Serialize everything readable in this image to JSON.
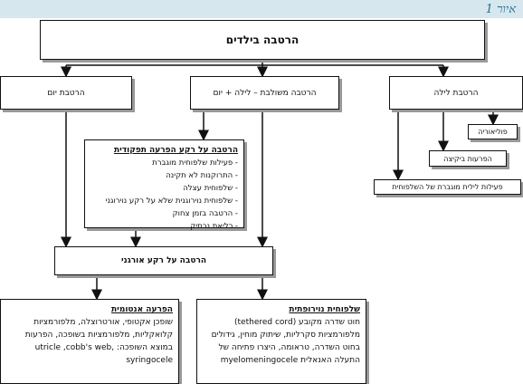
{
  "figure_label": "איור 1",
  "root": "הרטבה בילדים",
  "categories": {
    "day": "הרטבת יום",
    "combined": "הרטבה משולבת – לילה + יום",
    "night": "הרטבת לילה"
  },
  "functional": {
    "heading": "הרטבה על רקע הפרעה תפקודית",
    "items": [
      "פעילות שלפוחית מוגברת",
      "התרוקנות לא תקינה",
      "שלפוחית עצלה",
      "שלפוחית נוירוגנית שלא על רקע נוירוגני",
      "הרטבה בזמן צחוק",
      "כליאת נרתיק"
    ]
  },
  "night_items": {
    "polyuria": "פוליאוריה",
    "arousal": "הפרעות ביקיצה",
    "overactive": "פעילות לילית מוגברת של השלפוחית"
  },
  "organic": "הרטבה על רקע אורגני",
  "anatomic": {
    "heading": "הפרעה אנטומית",
    "text": "שופכן אקטופי, אורטרוצלה, מלפורמציות קלואקליות, מלפורמציות בשופכה, הפרעות במוצא השופכה: utricle ,cobb's web, syringocele"
  },
  "neurogenic": {
    "heading": "שלפוחית נוירופתית",
    "text": "חוט שדרה מקובע (tethered cord) מלפורמציות סקרליות, שיתוק מוחין, גידולים בחוט השדרה, טראומה, היצרו פתיחה של התעלה האנאלית myelomeningocele"
  }
}
